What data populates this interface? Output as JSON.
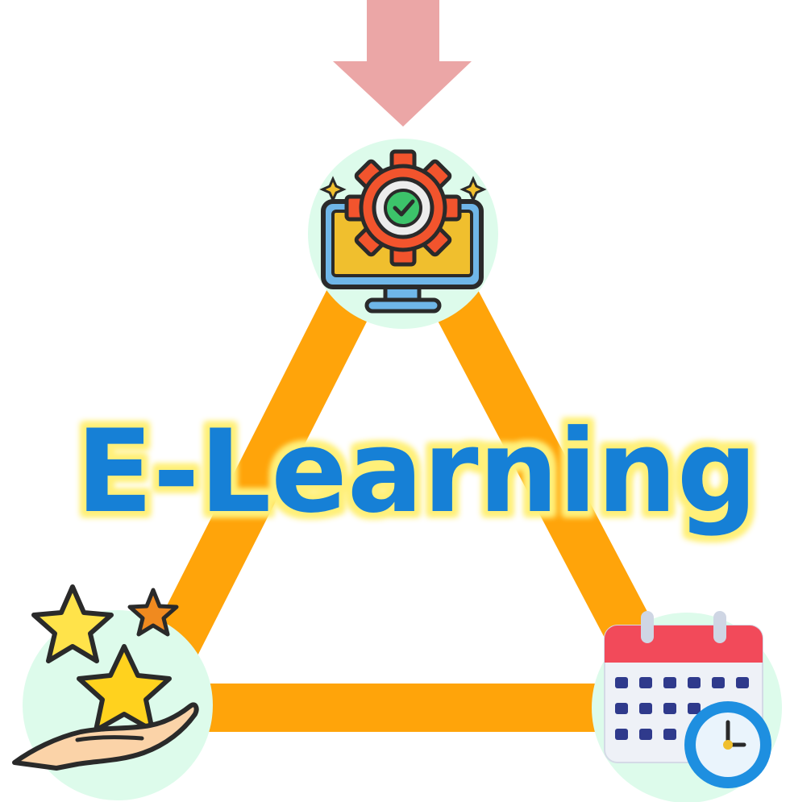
{
  "diagram": {
    "title": "E-Learning",
    "colors": {
      "triangle": "#FFA40A",
      "arrow": "#EBA6A6",
      "node_bg": "#DDFBEB",
      "title_fill": "#1280D6",
      "title_glow": "#FFF07A"
    },
    "nodes": [
      {
        "id": "top",
        "icon": "monitor-gear-check-icon"
      },
      {
        "id": "bottom-left",
        "icon": "hand-holding-stars-icon"
      },
      {
        "id": "bottom-right",
        "icon": "calendar-clock-icon"
      }
    ]
  }
}
